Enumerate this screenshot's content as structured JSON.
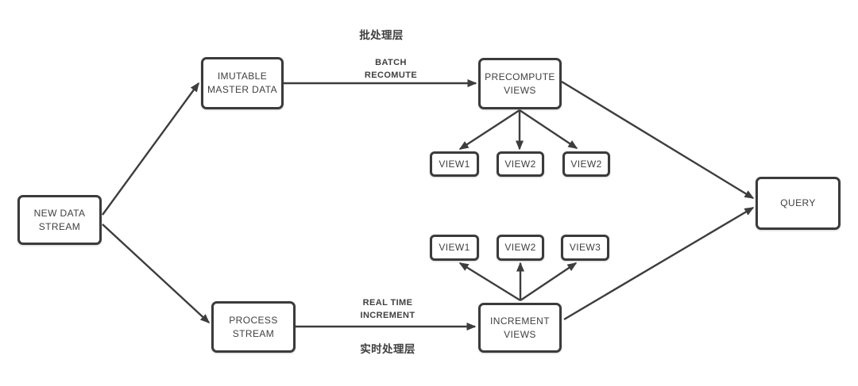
{
  "nodes": {
    "new_data_stream": "NEW DATA\nSTREAM",
    "imutable_master_data": "IMUTABLE\nMASTER DATA",
    "precompute_views": "PRECOMPUTE\nVIEWS",
    "view_top_1": "VIEW1",
    "view_top_2": "VIEW2",
    "view_top_3": "VIEW2",
    "view_bottom_1": "VIEW1",
    "view_bottom_2": "VIEW2",
    "view_bottom_3": "VIEW3",
    "process_stream": "PROCESS\nSTREAM",
    "increment_views": "INCREMENT\nVIEWS",
    "query": "QUERY"
  },
  "labels": {
    "batch_layer_cn": "批处理层",
    "batch_recompute": "BATCH\nRECOMUTE",
    "real_time_increment": "REAL TIME\nINCREMENT",
    "realtime_layer_cn": "实时处理层"
  },
  "colors": {
    "background": "#ffffff",
    "line": "#3d3d3d",
    "box_border": "#3b3b3b",
    "box_fill": "#ffffff",
    "text": "#404040"
  }
}
